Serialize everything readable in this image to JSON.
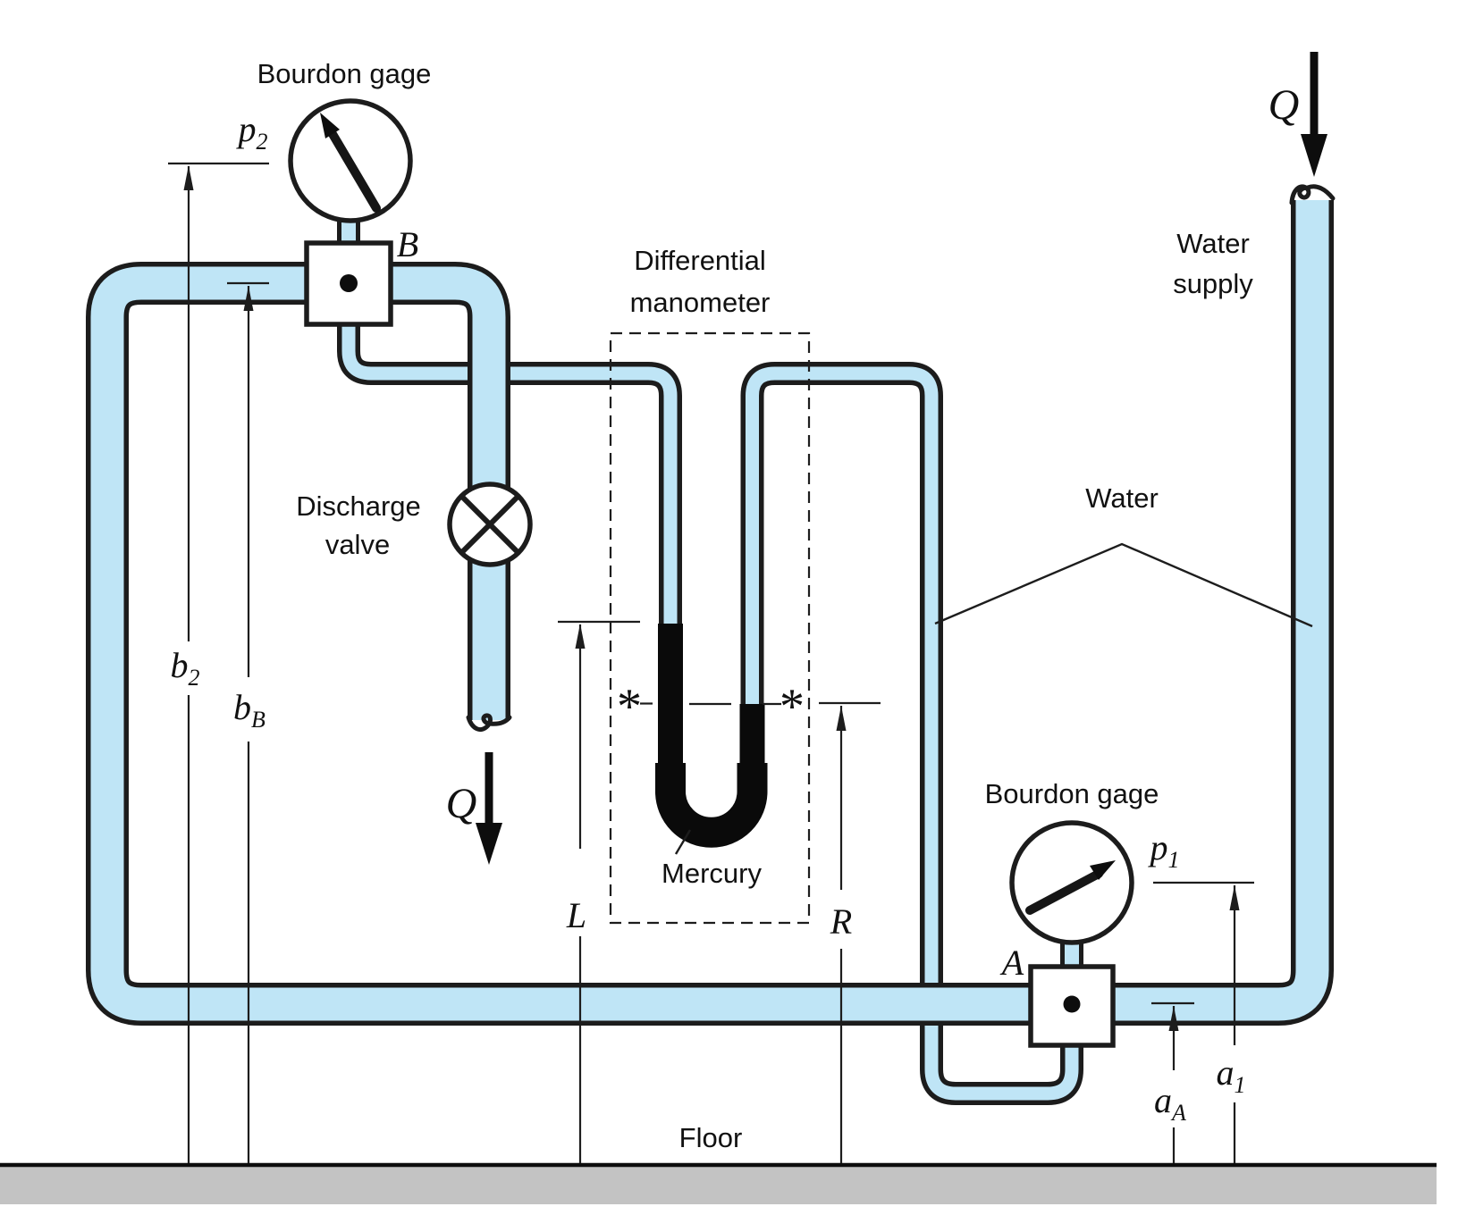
{
  "figure": {
    "type": "piping-schematic",
    "description": "Pump piping system with two Bourdon gages, differential mercury manometer, discharge valve, water supply and elevation dimensions above a floor"
  },
  "colors": {
    "water_fill": "#bfe5f6",
    "outline": "#1c1c1c",
    "mercury": "#0a0a0a",
    "floor_gray": "#c3c3c3"
  },
  "labels": {
    "gage_top_title": "Bourdon gage",
    "gage_bottom_title": "Bourdon gage",
    "manometer_title_1": "Differential",
    "manometer_title_2": "manometer",
    "valve_label_1": "Discharge",
    "valve_label_2": "valve",
    "supply_label_1": "Water",
    "supply_label_2": "supply",
    "water_label": "Water",
    "mercury_label": "Mercury",
    "floor_label": "Floor",
    "point_b": "B",
    "point_a": "A",
    "q_supply": "Q",
    "q_discharge": "Q",
    "asterisk_left": "*",
    "asterisk_right": "*"
  },
  "dimensions": {
    "p2": {
      "base": "p",
      "sub": "2"
    },
    "p1": {
      "base": "p",
      "sub": "1"
    },
    "b2": {
      "base": "b",
      "sub": "2"
    },
    "bB": {
      "base": "b",
      "sub": "B"
    },
    "L": {
      "base": "L",
      "sub": ""
    },
    "R": {
      "base": "R",
      "sub": ""
    },
    "aA": {
      "base": "a",
      "sub": "A"
    },
    "a1": {
      "base": "a",
      "sub": "1"
    }
  }
}
